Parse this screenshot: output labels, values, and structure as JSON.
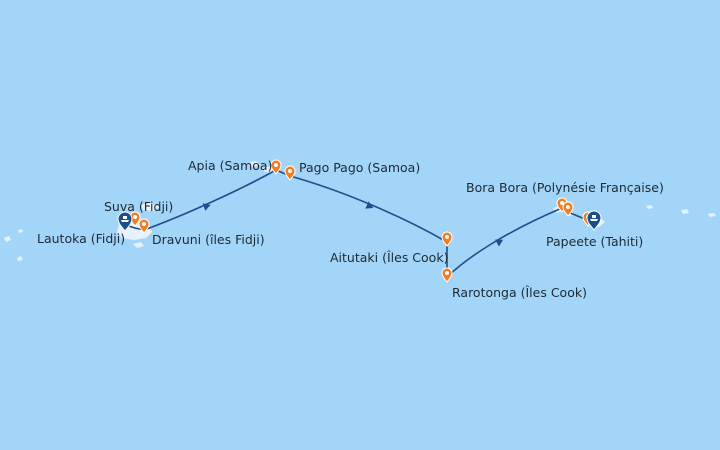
{
  "map": {
    "background_color": "#a3d5f8",
    "land_color": "#e6f1fb",
    "route_color": "#1f4e8c",
    "port_marker_color": "#f47b20",
    "endpoint_marker_color": "#1a4f8f",
    "endpoint_icon": "ship-icon",
    "port_icon": "map-pin-icon",
    "stops": [
      {
        "id": "lautoka",
        "label": "Lautoka (Fidji)",
        "kind": "endpoint"
      },
      {
        "id": "suva",
        "label": "Suva (Fidji)",
        "kind": "port"
      },
      {
        "id": "dravuni",
        "label": "Dravuni (îles Fidji)",
        "kind": "port"
      },
      {
        "id": "apia",
        "label": "Apia (Samoa)",
        "kind": "port"
      },
      {
        "id": "pago-pago",
        "label": "Pago Pago (Samoa)",
        "kind": "port"
      },
      {
        "id": "aitutaki",
        "label": "Aitutaki (Îles Cook)",
        "kind": "port"
      },
      {
        "id": "rarotonga",
        "label": "Rarotonga (Îles Cook)",
        "kind": "port"
      },
      {
        "id": "bora-bora",
        "label": "Bora Bora (Polynésie Française)",
        "kind": "port"
      },
      {
        "id": "papeete",
        "label": "Papeete (Tahiti)",
        "kind": "endpoint"
      }
    ]
  }
}
